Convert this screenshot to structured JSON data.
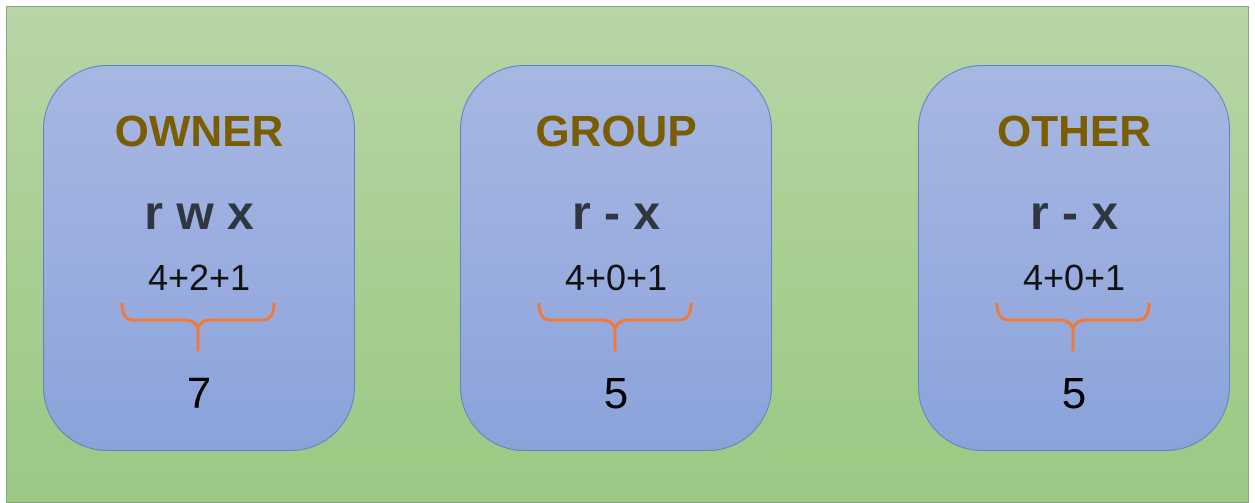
{
  "cards": [
    {
      "title": "OWNER",
      "perms": "r w x",
      "sum": "4+2+1",
      "value": "7"
    },
    {
      "title": "GROUP",
      "perms": "r - x",
      "sum": "4+0+1",
      "value": "5"
    },
    {
      "title": "OTHER",
      "perms": "r - x",
      "sum": "4+0+1",
      "value": "5"
    }
  ],
  "colors": {
    "title": "#7a5d00",
    "perms": "#2f3541",
    "brace": "#f07a3c",
    "card_fill": "#9aaddf",
    "card_border": "#5b83c8",
    "background": "#a8cd90"
  }
}
